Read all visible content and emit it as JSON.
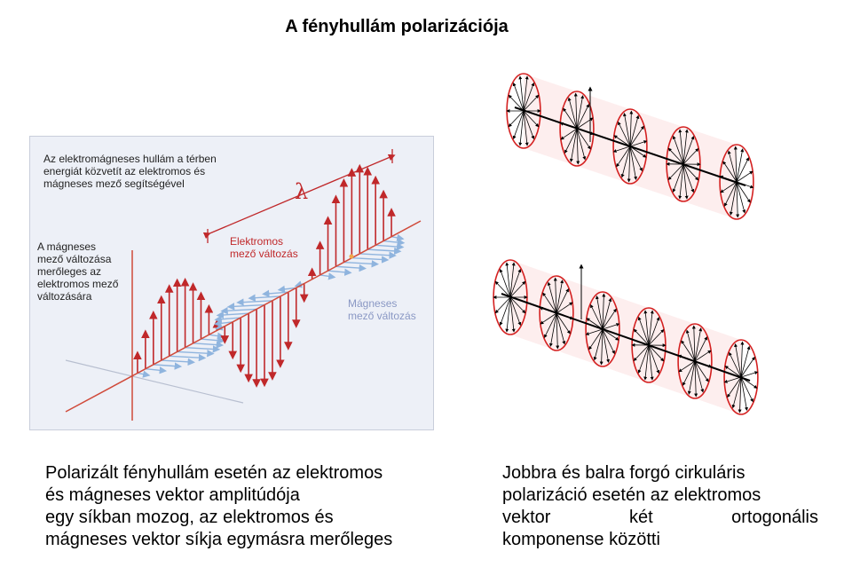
{
  "title": "A fényhullám polarizációja",
  "diagram": {
    "label_energy": [
      "Az elektromágneses hullám a térben",
      "energiát közvetít az elektromos és",
      "mágneses mező segítségével"
    ],
    "label_magnetic_perp": [
      "A mágneses",
      "mező változása",
      "merőleges az",
      "elektromos mező",
      "változására"
    ],
    "label_electric": [
      "Elektromos",
      "mező változás"
    ],
    "label_magnetic": [
      "Mágneses",
      "mező változás"
    ],
    "lambda_symbol": "λ",
    "colors": {
      "electric": "#c0282a",
      "magnetic": "#8fb4de",
      "axis": "#d04a3a",
      "ground": "#b8bfd0"
    }
  },
  "caption_left": [
    "Polarizált fényhullám esetén az elektromos",
    "és mágneses vektor amplitúdója",
    "egy síkban mozog, az elektromos és",
    "mágneses vektor síkja egymásra merőleges"
  ],
  "caption_right": [
    "Jobbra és balra forgó cirkuláris",
    "polarizáció esetén az elektromos",
    "vektor két ortogonális",
    "komponense közötti"
  ]
}
